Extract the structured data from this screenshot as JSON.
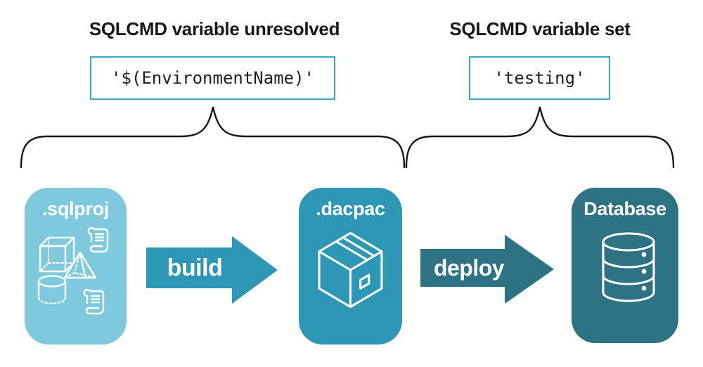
{
  "left_group": {
    "title": "SQLCMD variable unresolved",
    "code": "'$(EnvironmentName)'"
  },
  "right_group": {
    "title": "SQLCMD variable set",
    "code": "'testing'"
  },
  "pipeline": {
    "sqlproj_label": ".sqlproj",
    "build_label": "build",
    "dacpac_label": ".dacpac",
    "deploy_label": "deploy",
    "database_label": "Database"
  },
  "colors": {
    "light_blue": "#7ECADC",
    "teal": "#2E97B5",
    "dark_teal": "#2D7384",
    "code_border": "#3AA5C4",
    "brace": "#161616",
    "title_text": "#191919",
    "code_text": "#1F1F1F",
    "white": "#FFFFFF"
  }
}
